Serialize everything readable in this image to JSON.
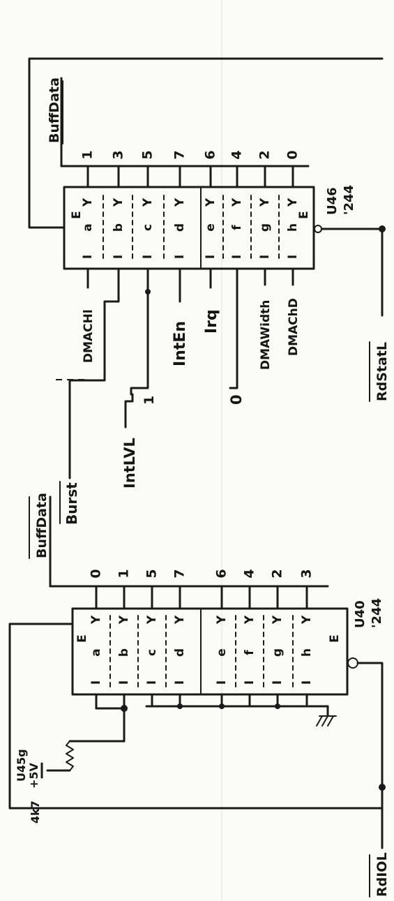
{
  "chips": {
    "u46": {
      "ref": "U46",
      "part": "'244",
      "left_pins": [
        "I",
        "I",
        "I",
        "I",
        "I",
        "I",
        "I",
        "I"
      ],
      "row_letters": [
        "a",
        "b",
        "c",
        "d",
        "e",
        "f",
        "g",
        "h"
      ],
      "right_pins": [
        "Y",
        "Y",
        "Y",
        "Y",
        "Y",
        "Y",
        "Y",
        "Y"
      ],
      "enable_top": "E",
      "enable_bottom": "E"
    },
    "u40": {
      "ref": "U40",
      "part": "'244",
      "left_pins": [
        "I",
        "I",
        "I",
        "I",
        "I",
        "I",
        "I",
        "I"
      ],
      "row_letters": [
        "a",
        "b",
        "c",
        "d",
        "e",
        "f",
        "g",
        "h"
      ],
      "right_pins": [
        "Y",
        "Y",
        "Y",
        "Y",
        "Y",
        "Y",
        "Y",
        "Y"
      ],
      "enable_top": "E",
      "enable_bottom": "E"
    },
    "u45": {
      "ref": "U45g",
      "value": "4k7",
      "supply": "+5V"
    }
  },
  "buses": {
    "upper": {
      "label": "BuffData",
      "bits": [
        "1",
        "3",
        "5",
        "7",
        "6",
        "4",
        "2",
        "0"
      ]
    },
    "lower": {
      "label": "BuffData",
      "bits": [
        "0",
        "1",
        "5",
        "7",
        "6",
        "4",
        "2",
        "3"
      ]
    }
  },
  "signals": {
    "dmachl": "DMACHl",
    "burst": "Burst",
    "intlvl": "IntLVL",
    "inten": "IntEn",
    "irq": "Irq",
    "dmawidth": "DMAWidth",
    "dmachd": "DMAChD",
    "rdstatl": "RdStatL",
    "rdiol": "RdIOL",
    "intlvl_bit1": "1",
    "intlvl_bit0": "0"
  }
}
